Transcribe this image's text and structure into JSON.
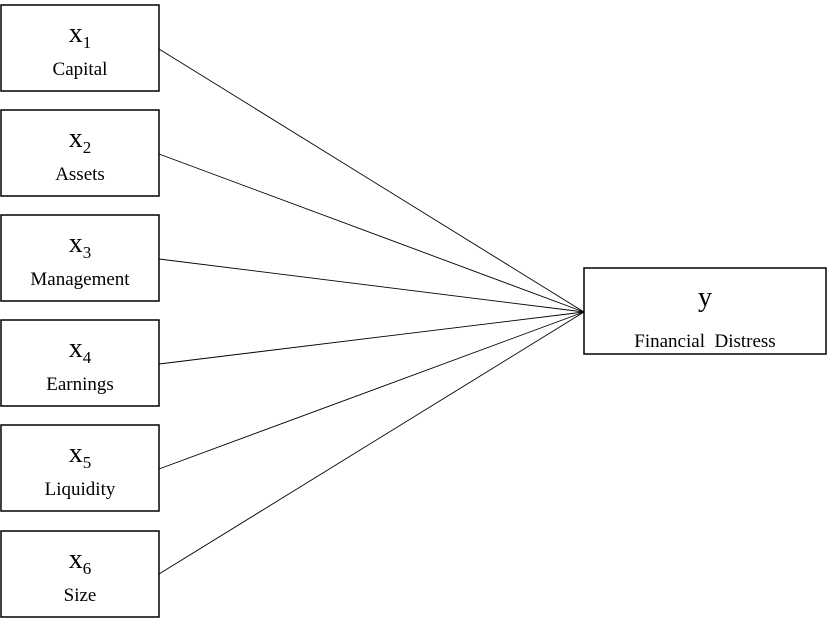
{
  "inputs": [
    {
      "var": "x",
      "sub": "1",
      "label": "Capital"
    },
    {
      "var": "x",
      "sub": "2",
      "label": "Assets"
    },
    {
      "var": "x",
      "sub": "3",
      "label": "Management"
    },
    {
      "var": "x",
      "sub": "4",
      "label": "Earnings"
    },
    {
      "var": "x",
      "sub": "5",
      "label": "Liquidity"
    },
    {
      "var": "x",
      "sub": "6",
      "label": "Size"
    }
  ],
  "output": {
    "var": "y",
    "label": "Financial  Distress"
  }
}
